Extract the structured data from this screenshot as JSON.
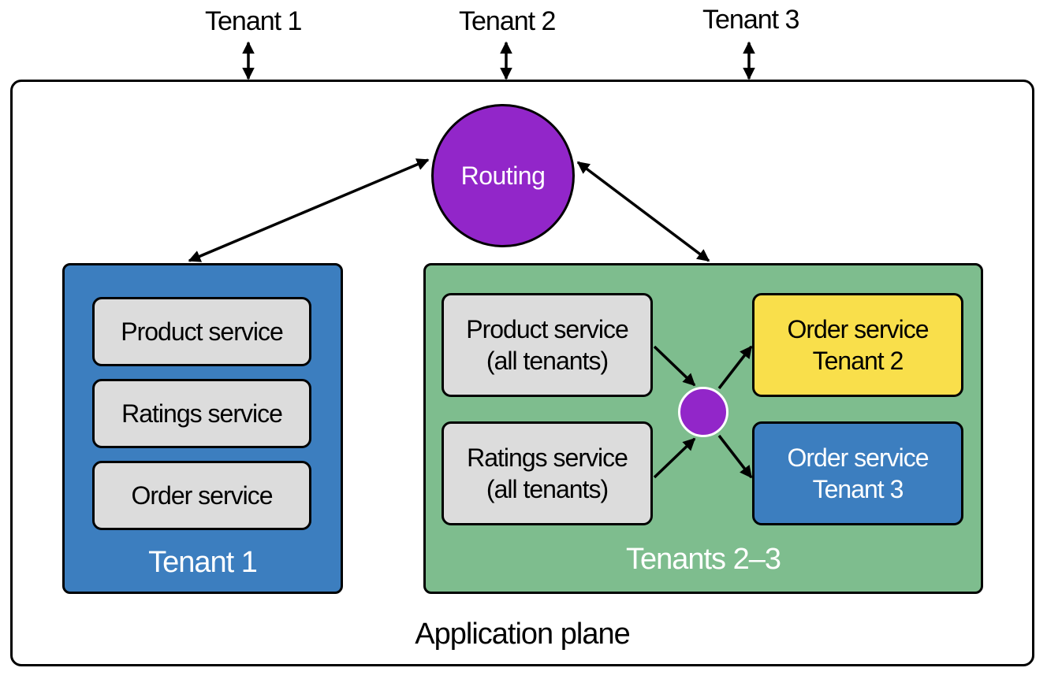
{
  "top_labels": [
    "Tenant 1",
    "Tenant 2",
    "Tenant 3"
  ],
  "routing": {
    "label": "Routing"
  },
  "plane": {
    "label": "Application plane"
  },
  "tenant1_group": {
    "label": "Tenant 1",
    "services": [
      "Product service",
      "Ratings service",
      "Order service"
    ]
  },
  "tenants23_group": {
    "label": "Tenants 2–3",
    "shared_services": [
      {
        "line1": "Product service",
        "line2": "(all tenants)"
      },
      {
        "line1": "Ratings service",
        "line2": "(all tenants)"
      }
    ],
    "order_services": [
      {
        "line1": "Order service",
        "line2": "Tenant 2"
      },
      {
        "line1": "Order service",
        "line2": "Tenant 3"
      }
    ]
  },
  "colors": {
    "routing": "#9226c9",
    "tenant_blue": "#3c7ebf",
    "group_green": "#7ebd8e",
    "service_gray": "#dcdcdc",
    "order_yellow": "#f9df4b"
  }
}
